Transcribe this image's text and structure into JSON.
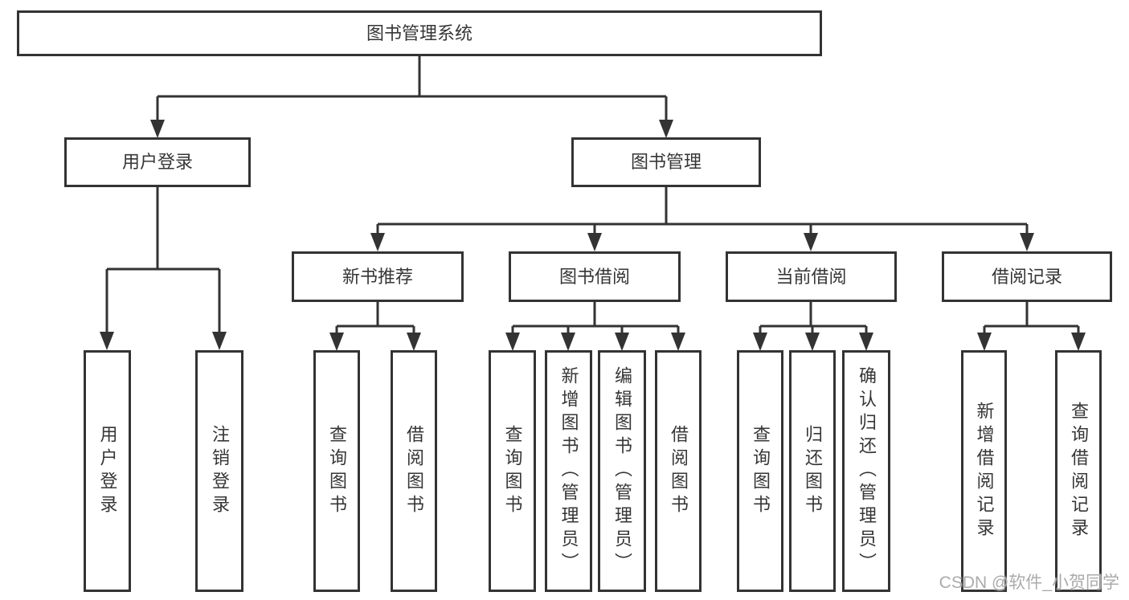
{
  "page": {
    "background": "#ffffff",
    "watermark": "CSDN @软件_小贺同学"
  },
  "style": {
    "line_color": "#333333",
    "box_border_color": "#333333",
    "text_color": "#363636",
    "watermark_color": "#ababab"
  },
  "nodes": {
    "root": {
      "label": "图书管理系统"
    },
    "user_login": {
      "label": "用户登录"
    },
    "book_mgmt": {
      "label": "图书管理"
    },
    "new_book_rec": {
      "label": "新书推荐"
    },
    "book_borrow": {
      "label": "图书借阅"
    },
    "current_borrow": {
      "label": "当前借阅"
    },
    "borrow_records": {
      "label": "借阅记录"
    },
    "leaf_user_login": {
      "label": "用户登录"
    },
    "leaf_logout": {
      "label": "注销登录"
    },
    "leaf_nb_query": {
      "label": "查询图书"
    },
    "leaf_nb_borrow": {
      "label": "借阅图书"
    },
    "leaf_bb_query": {
      "label": "查询图书"
    },
    "leaf_bb_add": {
      "label": "新增图书（管理员）"
    },
    "leaf_bb_edit": {
      "label": "编辑图书（管理员）"
    },
    "leaf_bb_borrow": {
      "label": "借阅图书"
    },
    "leaf_cb_query": {
      "label": "查询图书"
    },
    "leaf_cb_return": {
      "label": "归还图书"
    },
    "leaf_cb_confirm": {
      "label": "确认归还（管理员）"
    },
    "leaf_br_add": {
      "label": "新增借阅记录"
    },
    "leaf_br_query": {
      "label": "查询借阅记录"
    }
  },
  "hierarchy": {
    "图书管理系统": {
      "用户登录": [
        "用户登录",
        "注销登录"
      ],
      "图书管理": {
        "新书推荐": [
          "查询图书",
          "借阅图书"
        ],
        "图书借阅": [
          "查询图书",
          "新增图书（管理员）",
          "编辑图书（管理员）",
          "借阅图书"
        ],
        "当前借阅": [
          "查询图书",
          "归还图书",
          "确认归还（管理员）"
        ],
        "借阅记录": [
          "新增借阅记录",
          "查询借阅记录"
        ]
      }
    }
  }
}
